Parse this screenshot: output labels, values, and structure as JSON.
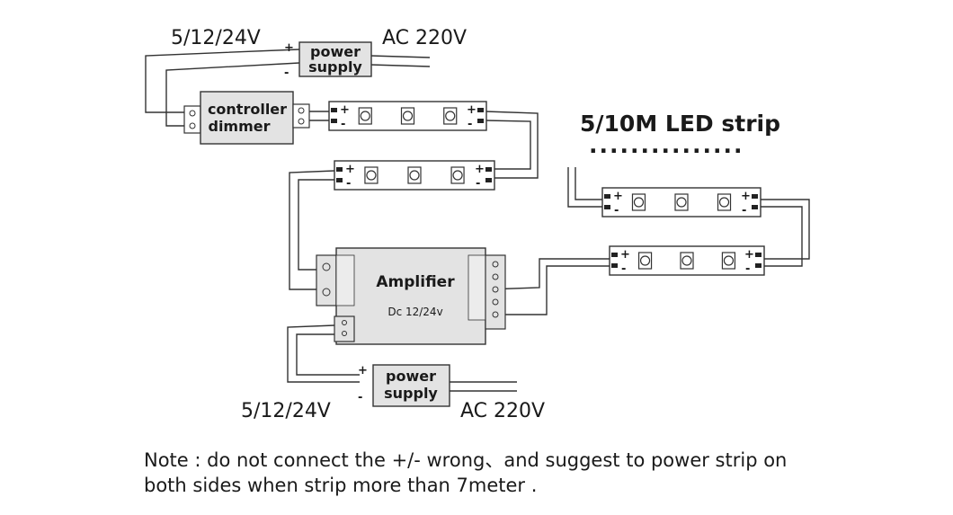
{
  "top_supply": {
    "voltage_label": "5/12/24V",
    "box_label_line1": "power",
    "box_label_line2": "supply",
    "ac_label": "AC  220V",
    "plus": "+",
    "minus": "-"
  },
  "controller": {
    "line1": "controller",
    "line2": "dimmer"
  },
  "strip_heading": "5/10M  LED strip",
  "strip_dots": "...............",
  "amplifier": {
    "title": "Amplifier",
    "subtitle": "Dc 12/24v"
  },
  "bottom_supply": {
    "voltage_label": "5/12/24V",
    "box_label_line1": "power",
    "box_label_line2": "supply",
    "ac_label": "AC  220V",
    "plus": "+",
    "minus": "-"
  },
  "note": {
    "line1": "Note : do not connect the +/- wrong、and suggest to power strip on",
    "line2": "both sides when strip more than 7meter ."
  },
  "colors": {
    "box_fill": "#e3e3e3",
    "strip_fill": "#ffffff",
    "line": "#333333"
  }
}
